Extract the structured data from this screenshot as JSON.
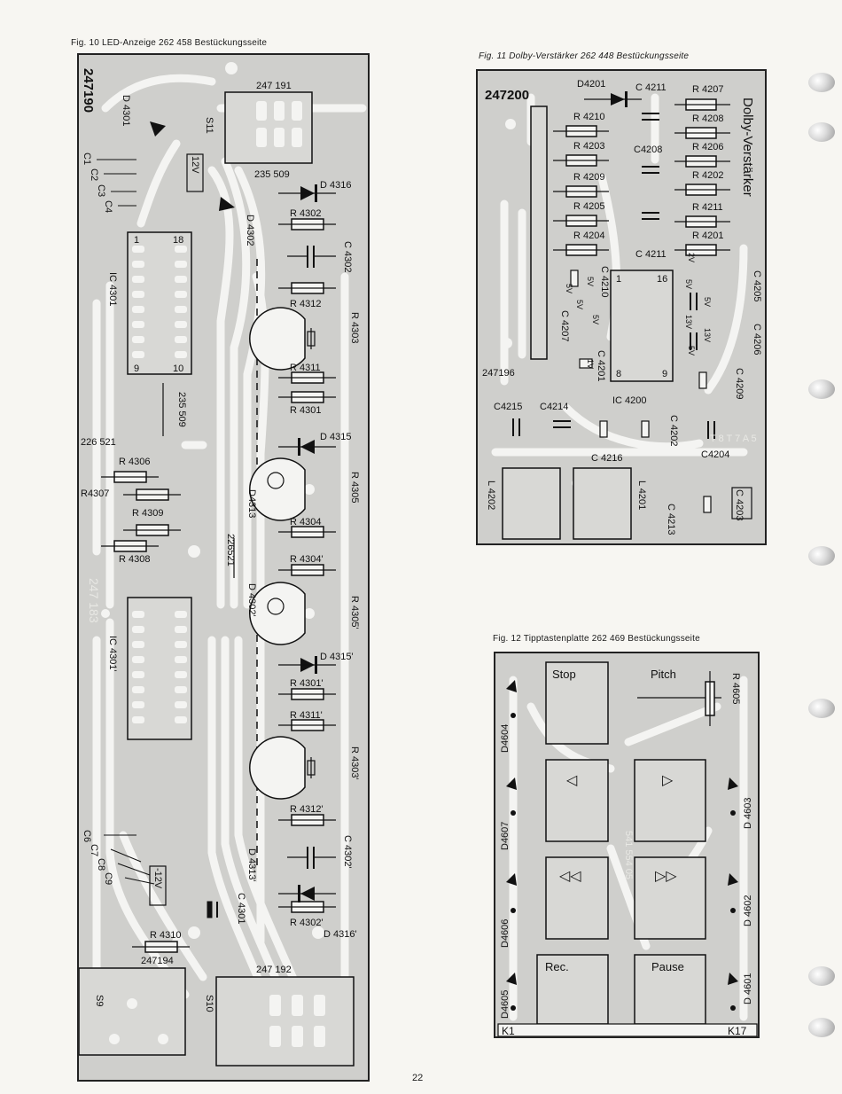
{
  "fig10": {
    "caption": "Fig. 10  LED-Anzeige 262 458 Bestückungsseite",
    "labels": {
      "board_no": "247190",
      "n247191": "247 191",
      "n235509": "235 509",
      "n235509b": "235 509",
      "n226521": "226 521",
      "n226521b": "226521",
      "n247194": "247194",
      "n247192": "247 192",
      "v12": "12V",
      "vm12": "-12V",
      "D4301": "D 4301",
      "D4302": "D 4302",
      "D4316": "D 4316",
      "D4315": "D 4315",
      "D4313": "D4313",
      "D4302p": "D 4302'",
      "D4315p": "D 4315'",
      "D4313p": "D 4313'",
      "D4316p": "D 4316'",
      "S11": "S11",
      "S9": "S9",
      "S10": "S10",
      "C1": "C1",
      "C2": "C2",
      "C3": "C3",
      "C4": "C4",
      "C6": "C6",
      "C7": "C7",
      "C8": "C8",
      "C9": "C9",
      "C4302": "C 4302",
      "C4302p": "C 4302'",
      "C4301": "C 4301",
      "R4302": "R 4302",
      "R4312": "R 4312",
      "R4303": "R 4303",
      "R4311": "R 4311",
      "R4301": "R 4301",
      "R4305": "R 4305",
      "R4304": "R 4304",
      "R4304p": "R 4304'",
      "R4305p": "R 4305'",
      "R4301p": "R 4301'",
      "R4311p": "R 4311'",
      "R4303p": "R 4303'",
      "R4312p": "R 4312'",
      "R4302p": "R 4302'",
      "R4306": "R 4306",
      "R4307": "R4307",
      "R4309": "R 4309",
      "R4308": "R 4308",
      "R4310": "R 4310",
      "IC4301": "IC 4301",
      "IC4301p": "IC 4301'",
      "pin1": "1",
      "pin18": "18",
      "pin9": "9",
      "pin10": "10",
      "mirror": "247 183"
    }
  },
  "fig11": {
    "caption": "Fig. 11  Dolby-Verstärker 262 448 Bestückungsseite",
    "labels": {
      "board_no": "247200",
      "n247196": "247196",
      "title": "Dolby-Verstärker",
      "D4201": "D4201",
      "C4211a": "C 4211",
      "C4211b": "C 4211",
      "C4208": "C4208",
      "R4207": "R 4207",
      "R4208": "R 4208",
      "R4206": "R 4206",
      "R4202": "R 4202",
      "R4211": "R 4211",
      "R4201": "R 4201",
      "R4210": "R 4210",
      "R4203": "R 4203",
      "R4209": "R 4209",
      "R4205": "R 4205",
      "R4204": "R 4204",
      "C4210": "C 4210",
      "C4207": "C 4207",
      "C4201": "C 4201",
      "C4205": "C 4205",
      "C4206": "C 4206",
      "C4209": "C 4209",
      "C4215": "C4215",
      "C4214": "C4214",
      "C4216": "C 4216",
      "C4202": "C 4202",
      "C4204": "C4204",
      "C4203": "C 4203",
      "C4213": "C 4213",
      "IC4200": "IC 4200",
      "L4202": "L 4202",
      "L4201": "L 4201",
      "pin1": "1",
      "pin16": "16",
      "pin8": "8",
      "pin9": "9",
      "v5a": "5V",
      "v5b": "5V",
      "v5c": "5V",
      "v5d": "5V",
      "v5e": "5V",
      "v5f": "5V",
      "v5g": "5V",
      "v13a": "13V",
      "v13b": "13V",
      "v2": "2V",
      "v1": "1V",
      "mirror": "T 8 T 7 A 5"
    }
  },
  "fig12": {
    "caption": "Fig. 12  Tipptastenplatte 262 469 Bestückungsseite",
    "labels": {
      "stop": "Stop",
      "pitch": "Pitch",
      "rec": "Rec.",
      "pause": "Pause",
      "rew": "◁",
      "fwd": "▷",
      "frew": "◁◁",
      "ffwd": "▷▷",
      "R4605": "R 4605",
      "D4604": "D4604",
      "D4607": "D4607",
      "D4606": "D4606",
      "D4605": "D4605",
      "D4603": "D 4603",
      "D4602": "D 4602",
      "D4601": "D 4601",
      "K1": "K1",
      "K17": "K17",
      "mirror": "541 554 05"
    }
  },
  "page_number": "22",
  "colors": {
    "board": "#cfcfcc",
    "trace": "#f4f4f2",
    "ink": "#111111"
  }
}
